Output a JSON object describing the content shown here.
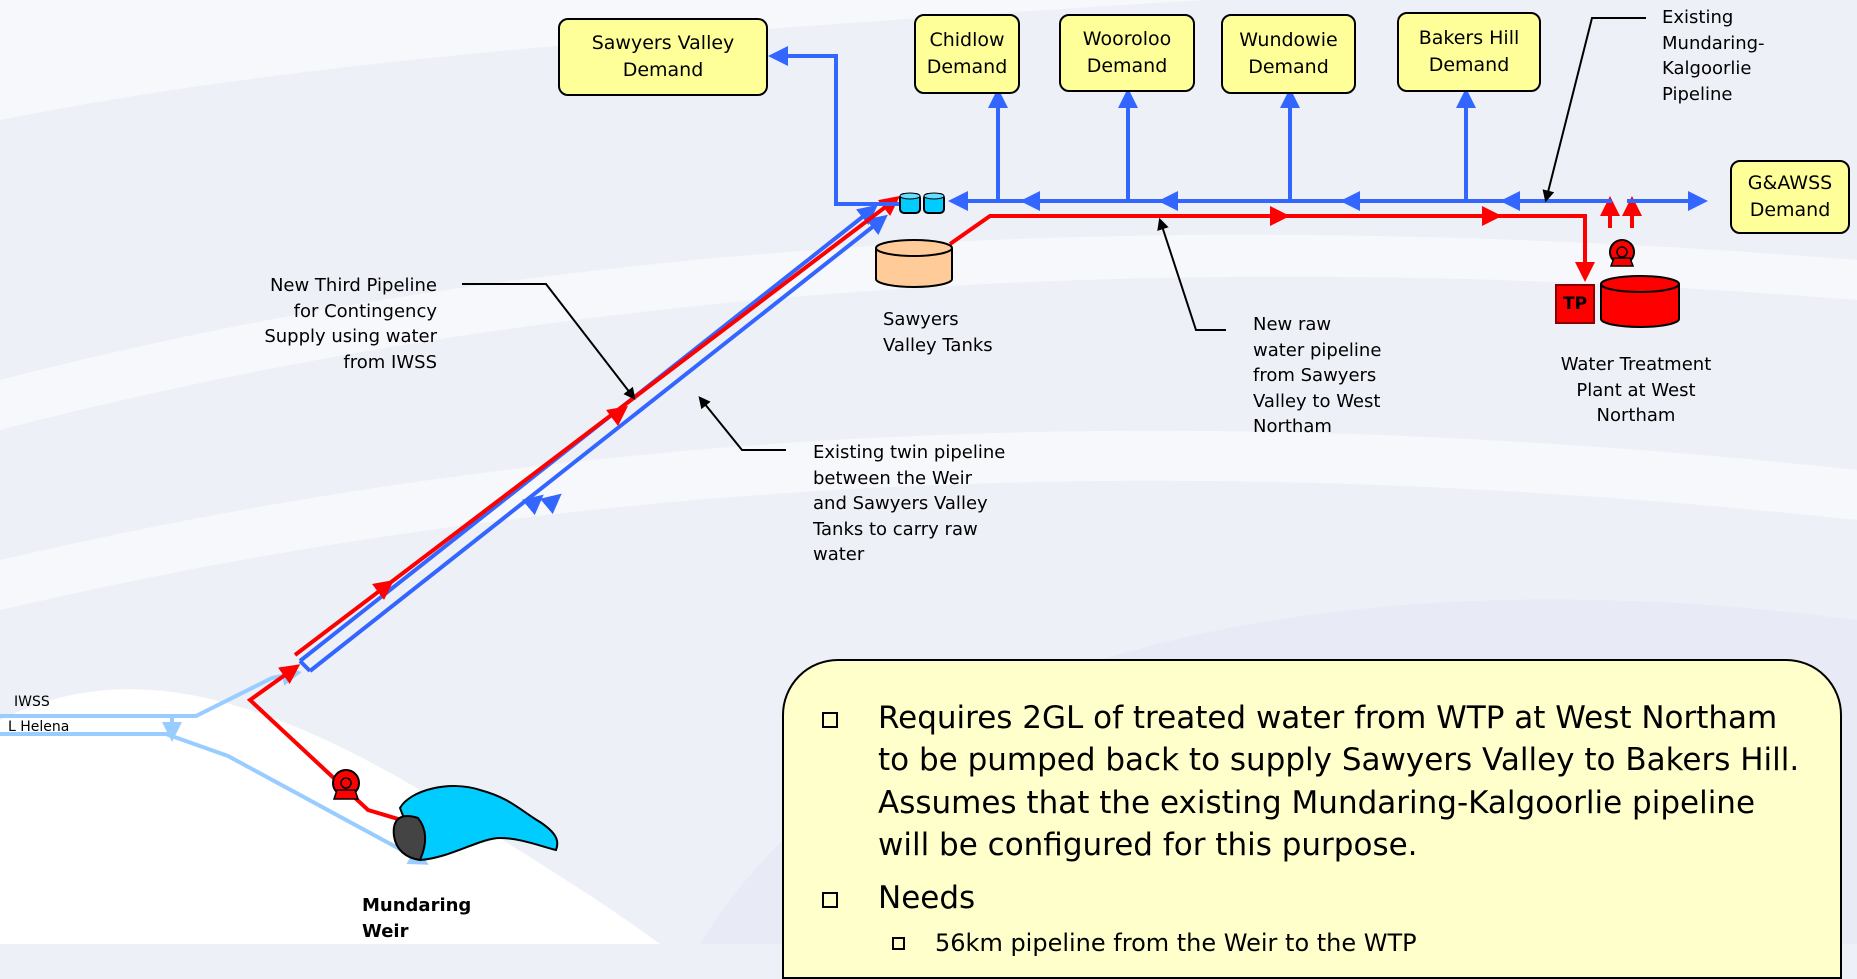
{
  "demands": {
    "sawyers_valley": "Sawyers Valley\nDemand",
    "chidlow": "Chidlow\nDemand",
    "wooroloo": "Wooroloo\nDemand",
    "wundowie": "Wundowie\nDemand",
    "bakers_hill": "Bakers Hill\nDemand",
    "gawss": "G&AWSS\nDemand"
  },
  "labels": {
    "existing_mk_pipeline": "Existing\nMundaring-\nKalgoorlie\nPipeline",
    "new_third_pipeline": "New Third Pipeline\nfor Contingency\nSupply using water\nfrom IWSS",
    "sawyers_valley_tanks": "Sawyers\nValley Tanks",
    "new_raw_water_pipeline": "New raw\nwater pipeline\nfrom Sawyers\nValley to West\nNortham",
    "wtp_west_northam": "Water Treatment\nPlant at West\nNortham",
    "existing_twin_pipeline": "Existing twin pipeline\nbetween the Weir\nand Sawyers Valley\nTanks to carry raw\nwater",
    "iwss": "IWSS",
    "l_helena": "L Helena",
    "mundaring_weir": "Mundaring\nWeir",
    "tp": "TP"
  },
  "note": {
    "bullet1": "Requires 2GL of treated water from WTP at West Northam to be pumped back to supply Sawyers Valley to Bakers Hill. Assumes that the existing Mundaring-Kalgoorlie pipeline will be configured for this purpose.",
    "bullet2": "Needs",
    "sub1": "56km pipeline from the Weir to the WTP"
  },
  "colors": {
    "raw_water_pipe": "#ff0000",
    "treated_pipe": "#3366ff",
    "source_pipe": "#99ccff",
    "demand_box": "#ffff99",
    "note_box": "#ffffcc",
    "weir": "#00ccff",
    "tanks": "#ffcc99"
  }
}
